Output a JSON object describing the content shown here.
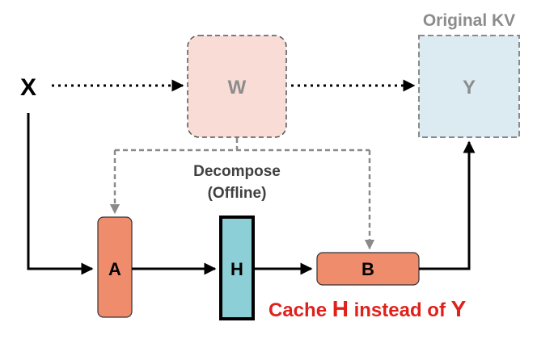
{
  "nodes": {
    "x": "X",
    "w": "W",
    "y": "Y",
    "a": "A",
    "h": "H",
    "b": "B"
  },
  "labels": {
    "original_kv": "Original KV",
    "decompose_line1": "Decompose",
    "decompose_line2": "(Offline)"
  },
  "caption": {
    "part1": "Cache ",
    "h": "H",
    "part2": " instead of ",
    "y": "Y"
  },
  "colors": {
    "w_fill": "#f9dcd6",
    "y_fill": "#dcebf2",
    "a_b_fill": "#ee8c6c",
    "h_fill": "#8ccfd7",
    "dashed_stroke": "#8a8a8a",
    "muted_text": "#8c8c8c",
    "caption_red": "#e0211b",
    "ink": "#000000"
  }
}
